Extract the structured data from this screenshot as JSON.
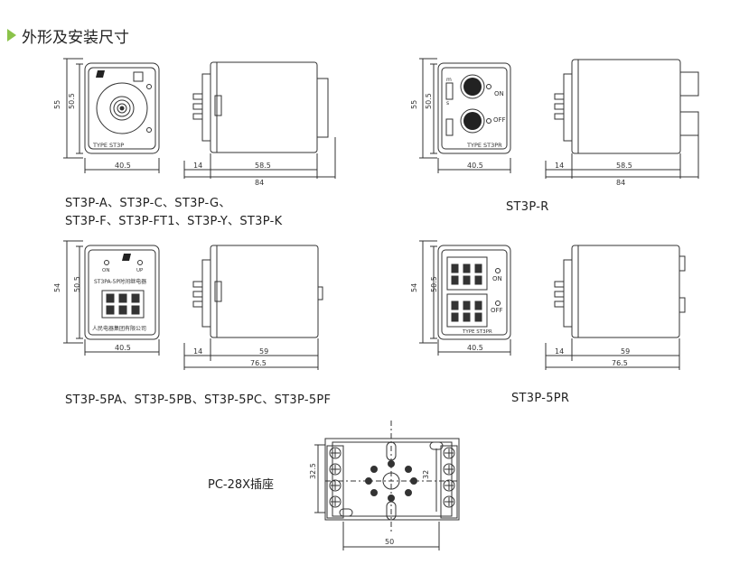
{
  "header": {
    "title": "外形及安装尺寸"
  },
  "colors": {
    "accent": "#8bc34a",
    "line": "#333333"
  },
  "drawings": {
    "st3p": {
      "caption_line1": "ST3P-A、ST3P-C、ST3P-G、",
      "caption_line2": "ST3P-F、ST3P-FT1、ST3P-Y、ST3P-K",
      "front_label": "TYPE  ST3P",
      "dims": {
        "height": "55",
        "inner_height": "50.5",
        "width": "40.5",
        "pins": "14",
        "body": "58.5",
        "total": "84"
      }
    },
    "st3pr": {
      "caption": "ST3P-R",
      "front_label": "TYPE  ST3PR",
      "on": "ON",
      "off": "OFF",
      "m": "m",
      "s": "s",
      "dims": {
        "height": "55",
        "inner_height": "50.5",
        "width": "40.5",
        "pins": "14",
        "body": "58.5",
        "total": "84"
      }
    },
    "st3p5": {
      "caption": "ST3P-5PA、ST3P-5PB、ST3P-5PC、ST3P-5PF",
      "model_label": "ST3PA-5P时间继电器",
      "maker": "人民电器集团有限公司",
      "on": "ON",
      "up": "UP",
      "dims": {
        "height": "54",
        "inner_height": "50.5",
        "width": "40.5",
        "pins": "14",
        "body": "59",
        "total": "76.5"
      }
    },
    "st3p5pr": {
      "caption": "ST3P-5PR",
      "front_label": "TYPE  ST3PR",
      "on": "ON",
      "off": "OFF",
      "dims": {
        "height": "54",
        "inner_height": "50.5",
        "width": "40.5",
        "pins": "14",
        "body": "59",
        "total": "76.5"
      }
    },
    "socket": {
      "caption": "PC-28X插座",
      "dims": {
        "height": "32.5",
        "hole": "32",
        "width": "50"
      }
    }
  }
}
